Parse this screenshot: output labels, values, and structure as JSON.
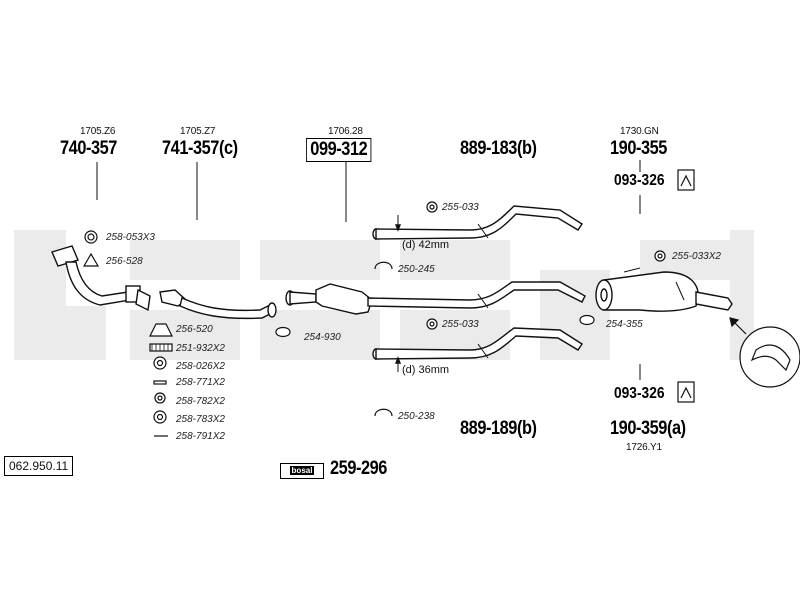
{
  "diagram_code": "062.950.11",
  "brand_tag": "bosal",
  "colors": {
    "watermark": "#e9e9e9",
    "line": "#111111"
  },
  "parts": [
    {
      "ref": "1705.Z6",
      "number": "740-357"
    },
    {
      "ref": "1705.Z7",
      "number": "741-357(c)"
    },
    {
      "ref": "1706.28",
      "number": "099-312"
    },
    {
      "ref": "",
      "number": "889-183(b)"
    },
    {
      "ref": "1730.GN",
      "number": "190-355"
    },
    {
      "ref": "",
      "number": "889-189(b)"
    },
    {
      "ref": "1726.Y1",
      "number": "190-359(a)"
    }
  ],
  "mounts": [
    "093-326",
    "093-326"
  ],
  "kit": "259-296",
  "small_parts": [
    "258-053X3",
    "256-528",
    "256-520",
    "251-932X2",
    "258-026X2",
    "258-771X2",
    "258-782X2",
    "258-783X2",
    "258-791X2",
    "254-930",
    "255-033",
    "250-245",
    "255-033",
    "250-238",
    "255-033X2",
    "254-355"
  ],
  "dimensions": [
    "(d) 42mm",
    "(d) 36mm"
  ]
}
